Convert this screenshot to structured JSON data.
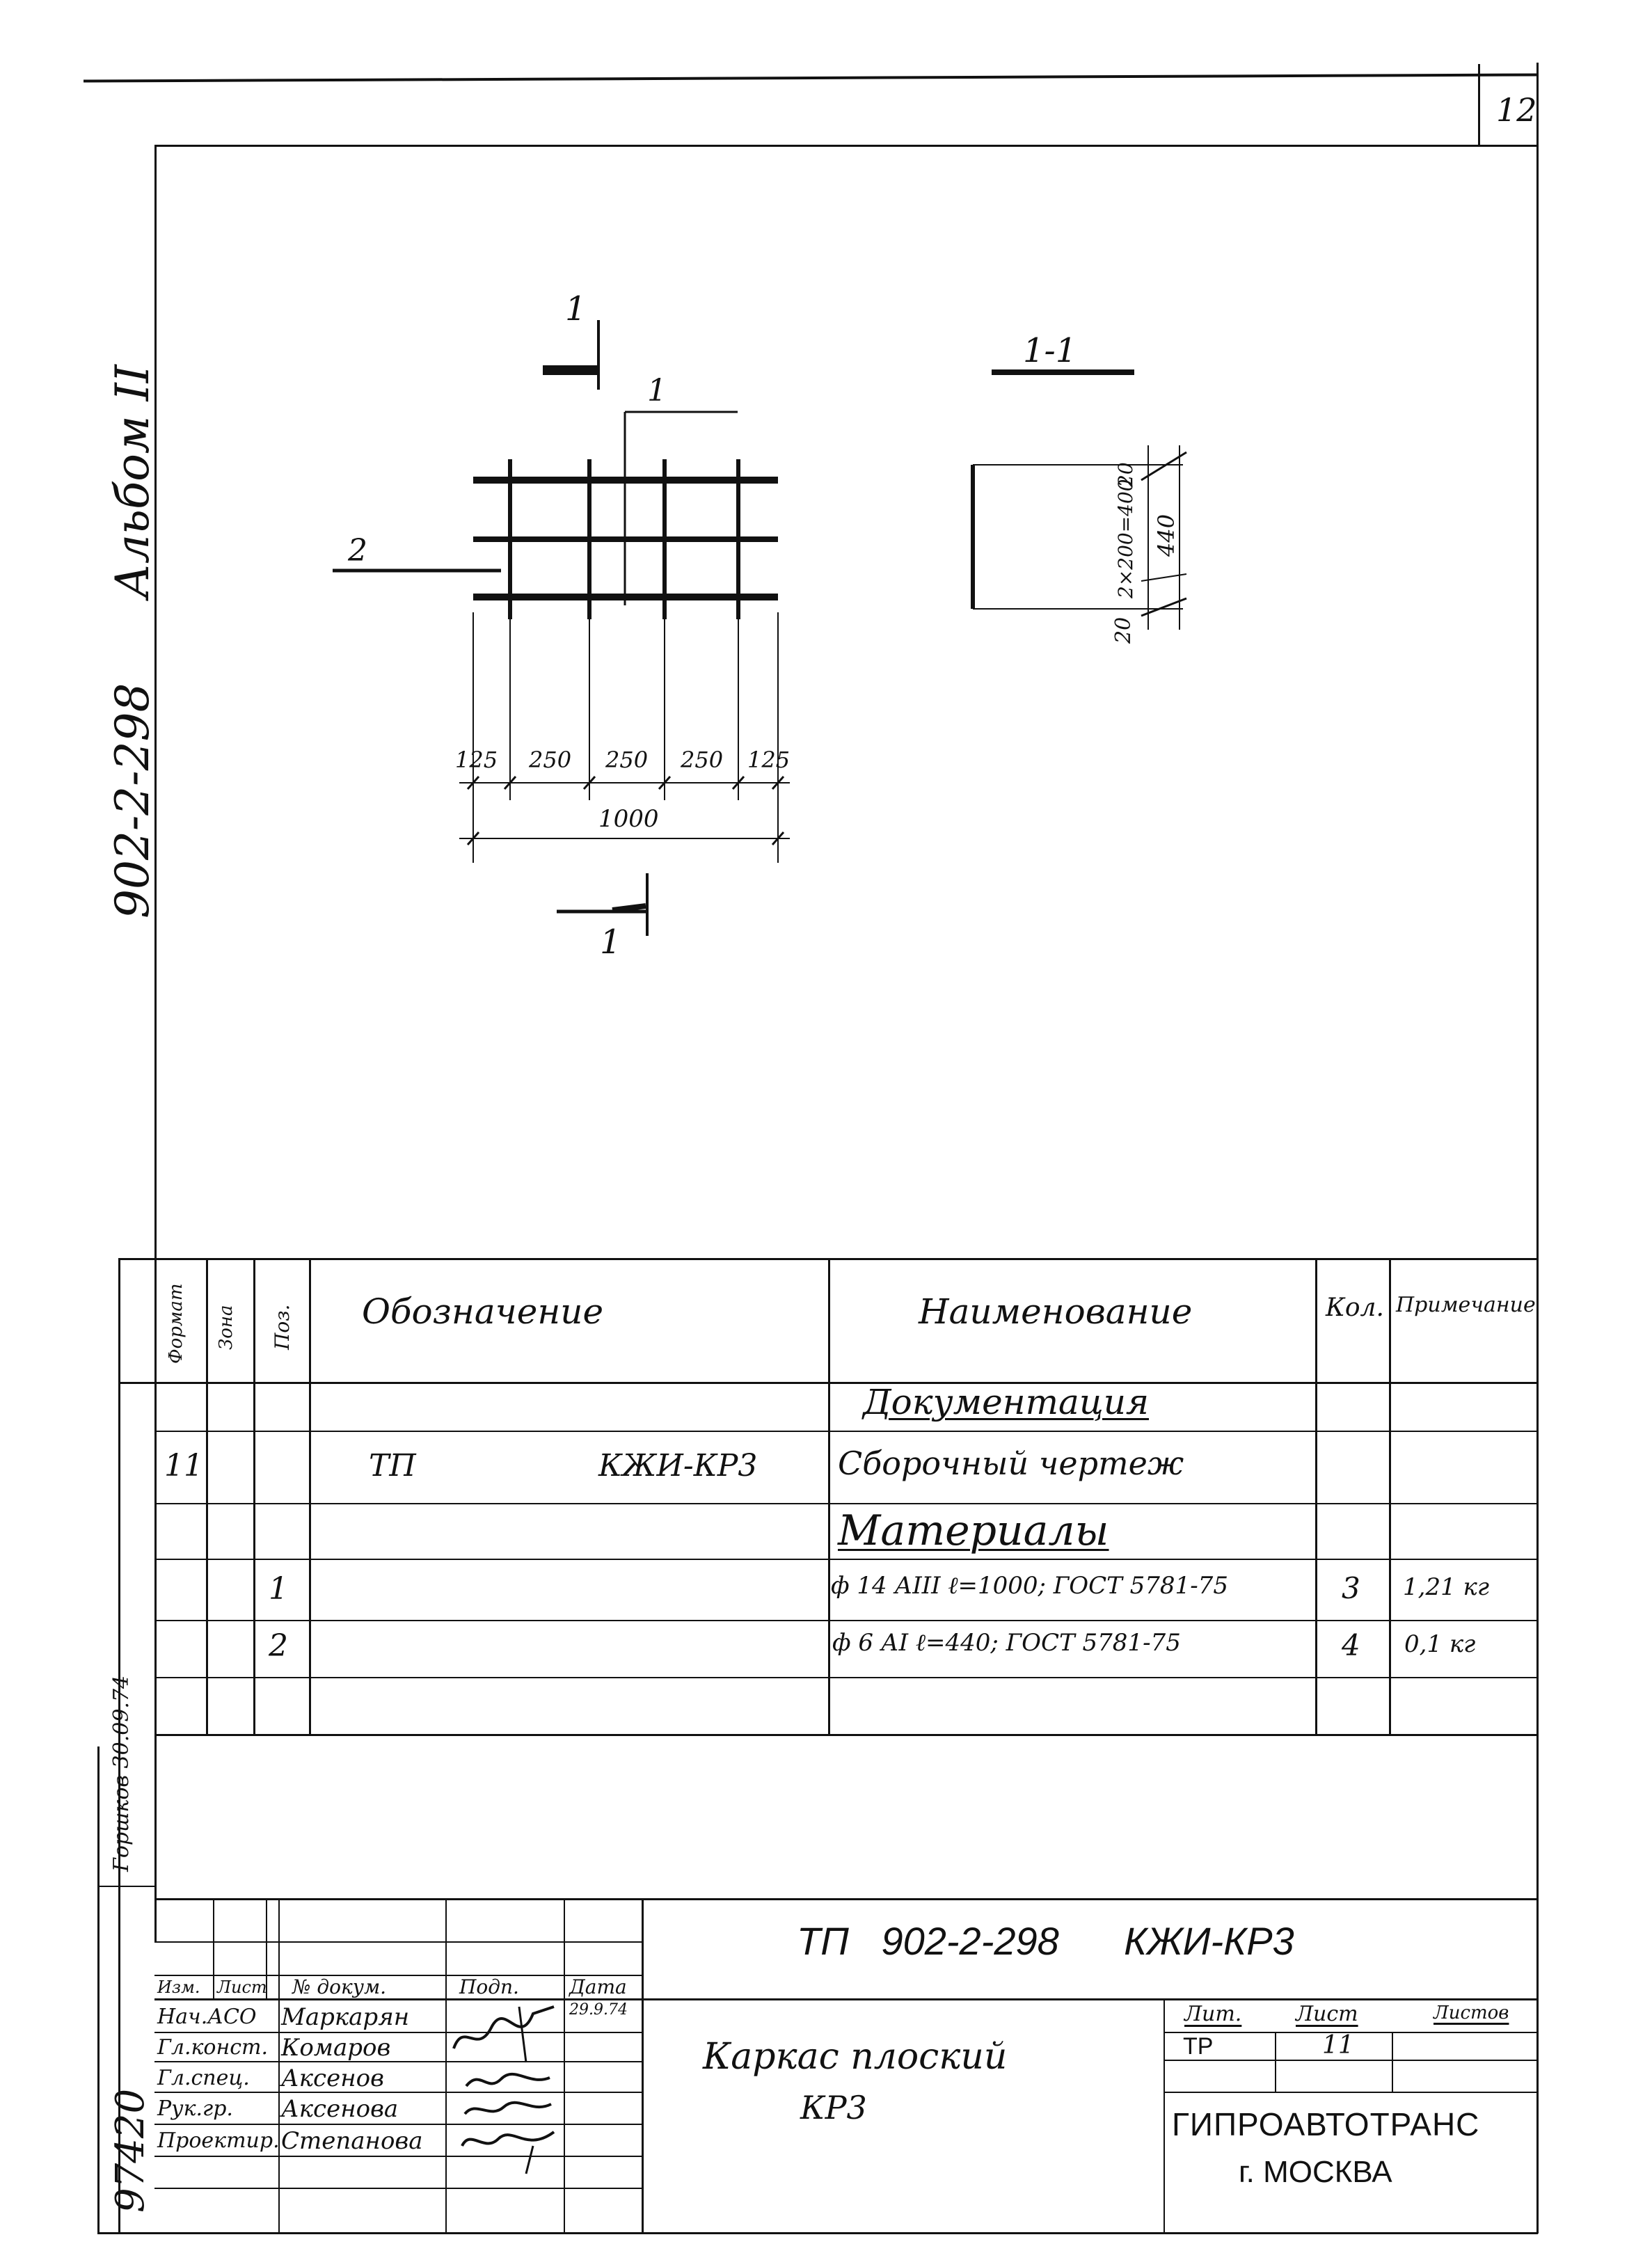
{
  "sheet_corner_number": "12",
  "side_title": {
    "album": "Альбом II",
    "project_code": "902-2-298"
  },
  "drawing": {
    "section_mark_number": "1",
    "section_title": "1-1",
    "leader_position_1": "1",
    "leader_position_2": "2",
    "dimensions_bottom": [
      "125",
      "250",
      "250",
      "250",
      "125"
    ],
    "dimension_total": "1000",
    "section_dim_top": "20",
    "section_dim_middle": "2×200=400",
    "section_dim_bottom": "20",
    "section_dim_total": "440"
  },
  "spec_table": {
    "headers": {
      "format": "Формат",
      "zone": "Зона",
      "position": "Поз.",
      "designation": "Обозначение",
      "name": "Наименование",
      "quantity": "Кол.",
      "note": "Примечание"
    },
    "rows": [
      {
        "format": "",
        "position": "",
        "designation_left": "",
        "designation_right": "",
        "name": "Документация",
        "quantity": "",
        "note": ""
      },
      {
        "format": "11",
        "position": "",
        "designation_left": "ТП",
        "designation_right": "КЖИ-КР3",
        "name": "Сборочный чертеж",
        "quantity": "",
        "note": ""
      },
      {
        "format": "",
        "position": "",
        "designation_left": "",
        "designation_right": "",
        "name": "Материалы",
        "quantity": "",
        "note": ""
      },
      {
        "format": "",
        "position": "1",
        "designation_left": "",
        "designation_right": "",
        "name": "ф 14 АIII  ℓ=1000; ГОСТ 5781-75",
        "quantity": "3",
        "note": "1,21 кг"
      },
      {
        "format": "",
        "position": "2",
        "designation_left": "",
        "designation_right": "",
        "name": "ф 6 АI  ℓ=440; ГОСТ 5781-75",
        "quantity": "4",
        "note": "0,1 кг"
      },
      {
        "format": "",
        "position": "",
        "designation_left": "",
        "designation_right": "",
        "name": "",
        "quantity": "",
        "note": ""
      }
    ]
  },
  "left_margin": {
    "inventory_number": "97420",
    "inventory_stamp": "Горшков 30.09.74"
  },
  "title_block": {
    "document_code": "ТП   902-2-298      КЖИ-КР3",
    "column_headers": [
      "Изм.",
      "Лист",
      "№ докум.",
      "Подп.",
      "Дата"
    ],
    "roles": [
      "Нач.АСО",
      "Гл.конст.",
      "Гл.спец.",
      "Рук.гр.",
      "Проектир."
    ],
    "names": [
      "Маркарян",
      "Комаров",
      "Аксенов",
      "Аксенова",
      "Степанова"
    ],
    "date": "29.9.74",
    "item_name_line1": "Каркас плоский",
    "item_name_line2": "КР3",
    "stage_label": "Лит.",
    "sheet_label": "Лист",
    "sheets_label": "Листов",
    "stage": "ТР",
    "sheet": "11",
    "organization_line1": "ГИПРОАВТОТРАНС",
    "organization_line2": "г. МОСКВА"
  }
}
